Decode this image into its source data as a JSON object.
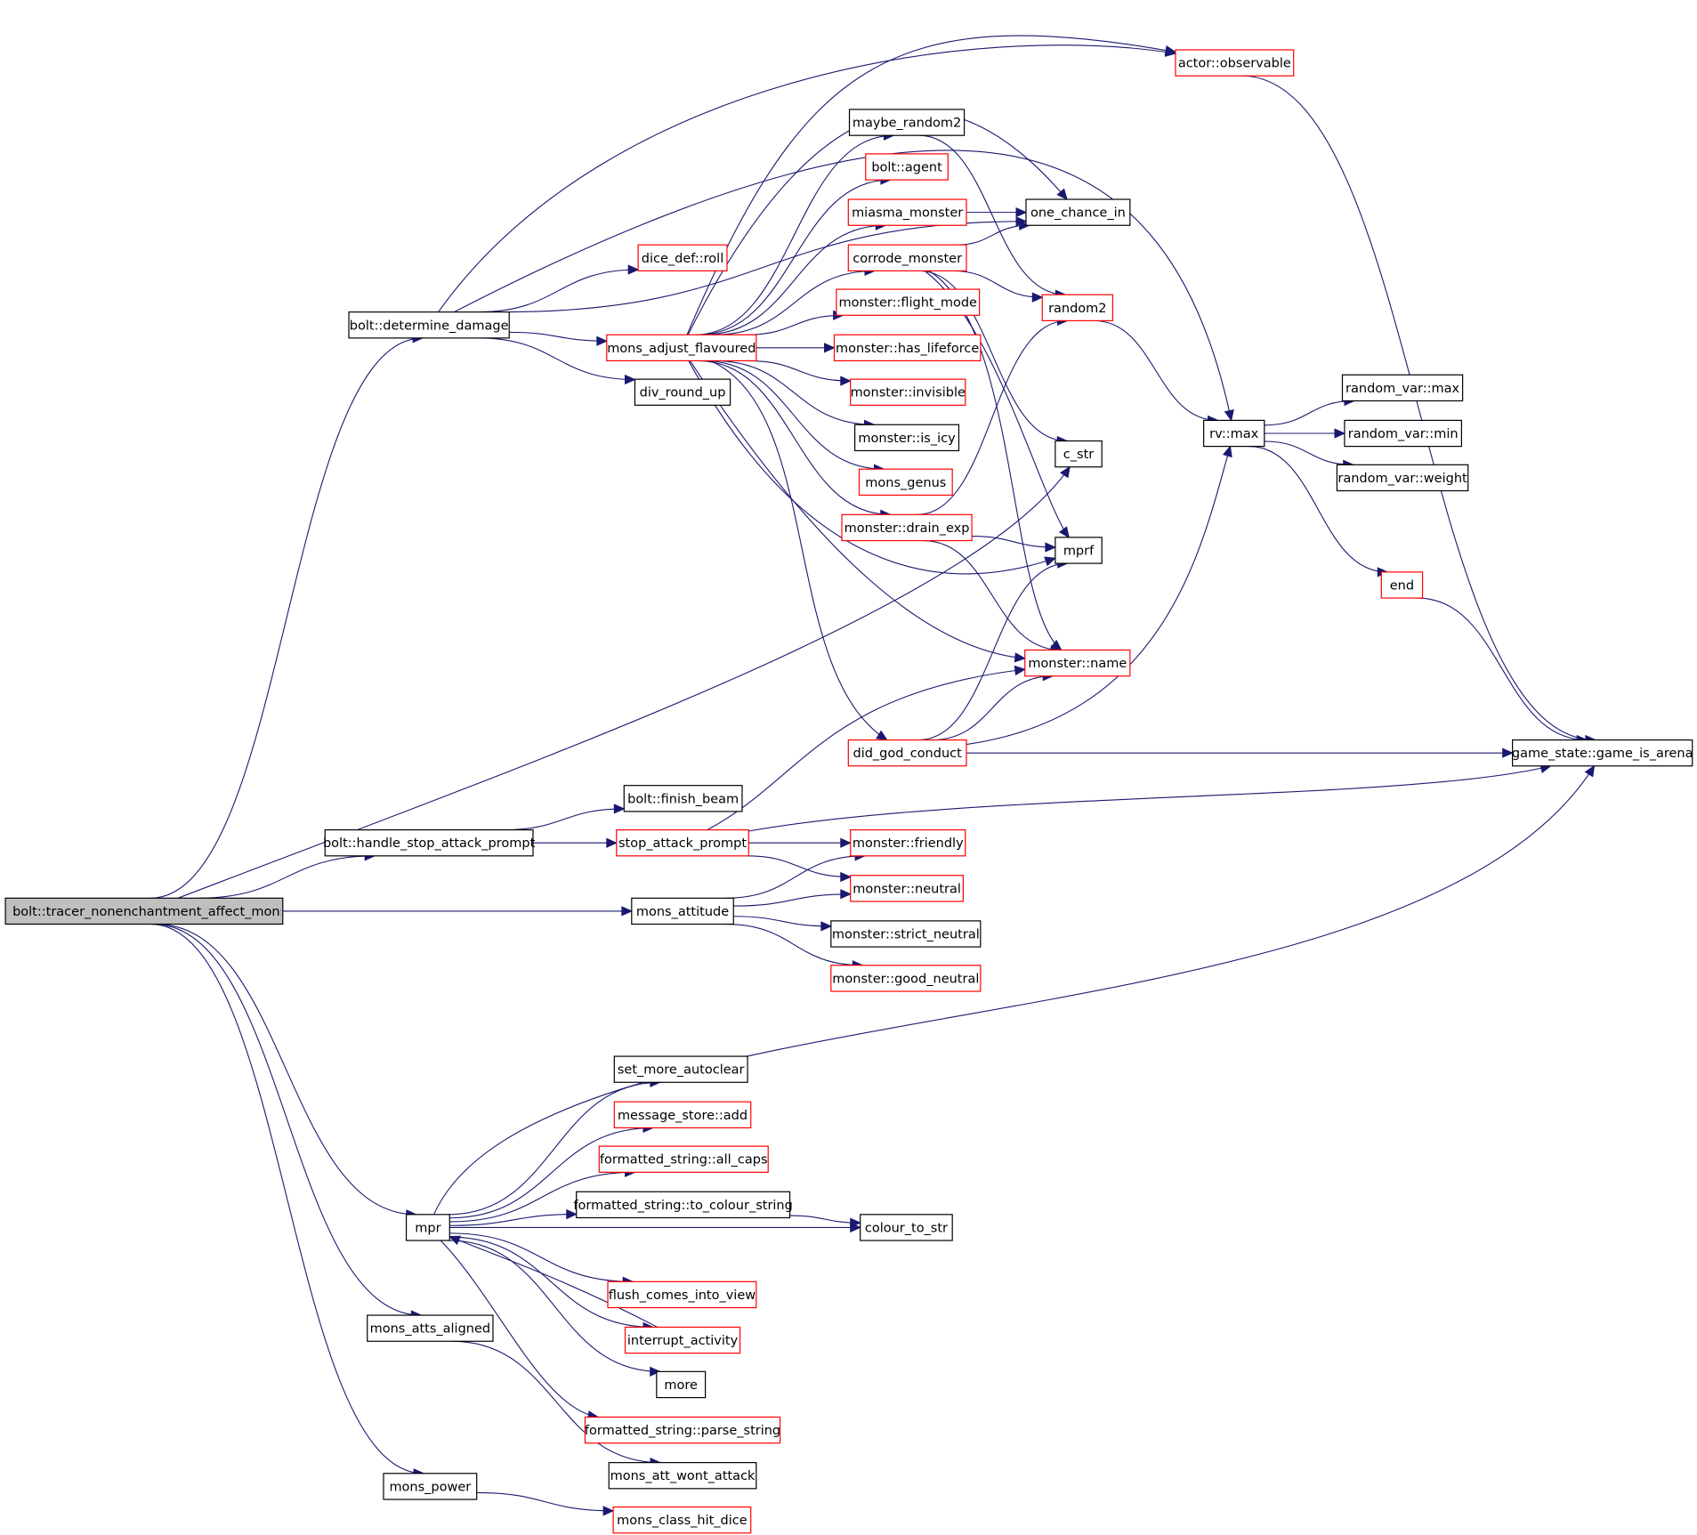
{
  "diagram": {
    "edge_color": "#191970",
    "root_node": {
      "id": "root",
      "label": "bolt::tracer_nonenchantment_affect_monste",
      "fill": "#bfbfbf",
      "border": "#000000"
    },
    "nodes": [
      {
        "id": "observable",
        "label": "actor::observable",
        "border": "#ff0000"
      },
      {
        "id": "maybe_random2",
        "label": "maybe_random2",
        "border": "#000000"
      },
      {
        "id": "bolt_agent",
        "label": "bolt::agent",
        "border": "#ff0000"
      },
      {
        "id": "miasma",
        "label": "miasma_monster",
        "border": "#ff0000"
      },
      {
        "id": "one_chance_in",
        "label": "one_chance_in",
        "border": "#000000"
      },
      {
        "id": "dice_roll",
        "label": "dice_def::roll",
        "border": "#ff0000"
      },
      {
        "id": "corrode",
        "label": "corrode_monster",
        "border": "#ff0000"
      },
      {
        "id": "flight_mode",
        "label": "monster::flight_mode",
        "border": "#ff0000"
      },
      {
        "id": "random2",
        "label": "random2",
        "border": "#ff0000"
      },
      {
        "id": "determine_damage",
        "label": "bolt::determine_damage",
        "border": "#000000"
      },
      {
        "id": "mons_adjust_flavoured",
        "label": "mons_adjust_flavoured",
        "border": "#ff0000"
      },
      {
        "id": "has_lifeforce",
        "label": "monster::has_lifeforce",
        "border": "#ff0000"
      },
      {
        "id": "div_round_up",
        "label": "div_round_up",
        "border": "#000000"
      },
      {
        "id": "invisible",
        "label": "monster::invisible",
        "border": "#ff0000"
      },
      {
        "id": "rv_max",
        "label": "rv::max",
        "border": "#000000"
      },
      {
        "id": "rvar_max",
        "label": "random_var::max",
        "border": "#000000"
      },
      {
        "id": "rvar_min",
        "label": "random_var::min",
        "border": "#000000"
      },
      {
        "id": "rvar_weight",
        "label": "random_var::weight",
        "border": "#000000"
      },
      {
        "id": "is_icy",
        "label": "monster::is_icy",
        "border": "#000000"
      },
      {
        "id": "c_str",
        "label": "c_str",
        "border": "#000000"
      },
      {
        "id": "mons_genus",
        "label": "mons_genus",
        "border": "#ff0000"
      },
      {
        "id": "drain_exp",
        "label": "monster::drain_exp",
        "border": "#ff0000"
      },
      {
        "id": "mprf",
        "label": "mprf",
        "border": "#000000"
      },
      {
        "id": "end",
        "label": "end",
        "border": "#ff0000"
      },
      {
        "id": "monster_name",
        "label": "monster::name",
        "border": "#ff0000"
      },
      {
        "id": "did_god_conduct",
        "label": "did_god_conduct",
        "border": "#ff0000"
      },
      {
        "id": "game_is_arena",
        "label": "game_state::game_is_arena",
        "border": "#000000"
      },
      {
        "id": "finish_beam",
        "label": "bolt::finish_beam",
        "border": "#000000"
      },
      {
        "id": "handle_stop",
        "label": "bolt::handle_stop_attack_prompt",
        "border": "#000000"
      },
      {
        "id": "stop_attack_prompt",
        "label": "stop_attack_prompt",
        "border": "#ff0000"
      },
      {
        "id": "friendly",
        "label": "monster::friendly",
        "border": "#ff0000"
      },
      {
        "id": "neutral",
        "label": "monster::neutral",
        "border": "#ff0000"
      },
      {
        "id": "mons_attitude",
        "label": "mons_attitude",
        "border": "#000000"
      },
      {
        "id": "strict_neutral",
        "label": "monster::strict_neutral",
        "border": "#000000"
      },
      {
        "id": "good_neutral",
        "label": "monster::good_neutral",
        "border": "#ff0000"
      },
      {
        "id": "set_more_autoclear",
        "label": "set_more_autoclear",
        "border": "#000000"
      },
      {
        "id": "message_store_add",
        "label": "message_store::add",
        "border": "#ff0000"
      },
      {
        "id": "all_caps",
        "label": "formatted_string::all_caps",
        "border": "#ff0000"
      },
      {
        "id": "to_colour_string",
        "label": "formatted_string::to_colour_string",
        "border": "#000000"
      },
      {
        "id": "mpr",
        "label": "mpr",
        "border": "#000000"
      },
      {
        "id": "colour_to_str",
        "label": "colour_to_str",
        "border": "#000000"
      },
      {
        "id": "flush_comes",
        "label": "flush_comes_into_view",
        "border": "#ff0000"
      },
      {
        "id": "interrupt_activity",
        "label": "interrupt_activity",
        "border": "#ff0000"
      },
      {
        "id": "mons_atts_aligned",
        "label": "mons_atts_aligned",
        "border": "#000000"
      },
      {
        "id": "more",
        "label": "more",
        "border": "#000000"
      },
      {
        "id": "parse_string",
        "label": "formatted_string::parse_string",
        "border": "#ff0000"
      },
      {
        "id": "mons_att_wont_attack",
        "label": "mons_att_wont_attack",
        "border": "#000000"
      },
      {
        "id": "mons_power",
        "label": "mons_power",
        "border": "#000000"
      },
      {
        "id": "mons_class_hit_dice",
        "label": "mons_class_hit_dice",
        "border": "#ff0000"
      }
    ],
    "edges": [
      [
        "root",
        "determine_damage"
      ],
      [
        "root",
        "c_str"
      ],
      [
        "root",
        "handle_stop"
      ],
      [
        "root",
        "mons_attitude"
      ],
      [
        "root",
        "mpr"
      ],
      [
        "root",
        "mons_atts_aligned"
      ],
      [
        "root",
        "mons_power"
      ],
      [
        "determine_damage",
        "observable"
      ],
      [
        "determine_damage",
        "dice_roll"
      ],
      [
        "determine_damage",
        "rv_max"
      ],
      [
        "determine_damage",
        "mons_adjust_flavoured"
      ],
      [
        "determine_damage",
        "div_round_up"
      ],
      [
        "determine_damage",
        "one_chance_in"
      ],
      [
        "mons_adjust_flavoured",
        "maybe_random2"
      ],
      [
        "mons_adjust_flavoured",
        "bolt_agent"
      ],
      [
        "mons_adjust_flavoured",
        "miasma"
      ],
      [
        "mons_adjust_flavoured",
        "corrode"
      ],
      [
        "mons_adjust_flavoured",
        "flight_mode"
      ],
      [
        "mons_adjust_flavoured",
        "has_lifeforce"
      ],
      [
        "mons_adjust_flavoured",
        "invisible"
      ],
      [
        "mons_adjust_flavoured",
        "is_icy"
      ],
      [
        "mons_adjust_flavoured",
        "mons_genus"
      ],
      [
        "mons_adjust_flavoured",
        "drain_exp"
      ],
      [
        "mons_adjust_flavoured",
        "mprf"
      ],
      [
        "mons_adjust_flavoured",
        "monster_name"
      ],
      [
        "mons_adjust_flavoured",
        "did_god_conduct"
      ],
      [
        "mons_adjust_flavoured",
        "observable"
      ],
      [
        "mons_adjust_flavoured",
        "one_chance_in"
      ],
      [
        "maybe_random2",
        "random2"
      ],
      [
        "miasma",
        "one_chance_in"
      ],
      [
        "corrode",
        "one_chance_in"
      ],
      [
        "corrode",
        "random2"
      ],
      [
        "corrode",
        "c_str"
      ],
      [
        "corrode",
        "mprf"
      ],
      [
        "corrode",
        "monster_name"
      ],
      [
        "drain_exp",
        "random2"
      ],
      [
        "drain_exp",
        "mprf"
      ],
      [
        "drain_exp",
        "monster_name"
      ],
      [
        "random2",
        "rv_max"
      ],
      [
        "rv_max",
        "rvar_max"
      ],
      [
        "rv_max",
        "rvar_min"
      ],
      [
        "rv_max",
        "rvar_weight"
      ],
      [
        "rv_max",
        "end"
      ],
      [
        "end",
        "game_is_arena"
      ],
      [
        "observable",
        "game_is_arena"
      ],
      [
        "did_god_conduct",
        "monster_name"
      ],
      [
        "did_god_conduct",
        "mprf"
      ],
      [
        "did_god_conduct",
        "rv_max"
      ],
      [
        "did_god_conduct",
        "game_is_arena"
      ],
      [
        "handle_stop",
        "finish_beam"
      ],
      [
        "handle_stop",
        "stop_attack_prompt"
      ],
      [
        "stop_attack_prompt",
        "monster_name"
      ],
      [
        "stop_attack_prompt",
        "game_is_arena"
      ],
      [
        "stop_attack_prompt",
        "friendly"
      ],
      [
        "stop_attack_prompt",
        "neutral"
      ],
      [
        "mons_attitude",
        "friendly"
      ],
      [
        "mons_attitude",
        "neutral"
      ],
      [
        "mons_attitude",
        "strict_neutral"
      ],
      [
        "mons_attitude",
        "good_neutral"
      ],
      [
        "mpr",
        "game_is_arena"
      ],
      [
        "mpr",
        "set_more_autoclear"
      ],
      [
        "mpr",
        "message_store_add"
      ],
      [
        "mpr",
        "all_caps"
      ],
      [
        "mpr",
        "to_colour_string"
      ],
      [
        "mpr",
        "colour_to_str"
      ],
      [
        "mpr",
        "flush_comes"
      ],
      [
        "mpr",
        "interrupt_activity"
      ],
      [
        "mpr",
        "more"
      ],
      [
        "mpr",
        "parse_string"
      ],
      [
        "interrupt_activity",
        "mpr"
      ],
      [
        "to_colour_string",
        "colour_to_str"
      ],
      [
        "mons_atts_aligned",
        "mons_att_wont_attack"
      ],
      [
        "mons_power",
        "mons_class_hit_dice"
      ]
    ]
  }
}
